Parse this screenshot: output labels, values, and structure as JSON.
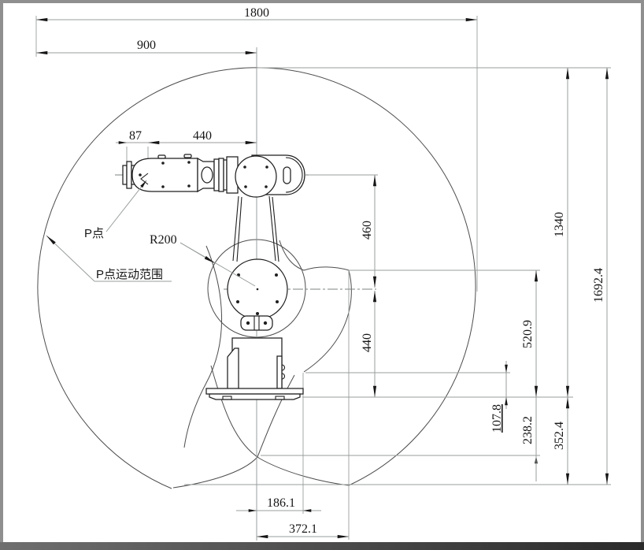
{
  "dims": {
    "d1800": "1800",
    "d900": "900",
    "d87": "87",
    "d440_top": "440",
    "d460": "460",
    "d440_right": "440",
    "d520_9": "520.9",
    "d107_8": "107.8",
    "d238_2": "238.2",
    "d352_4": "352.4",
    "d1340": "1340",
    "d1692_4": "1692.4",
    "d186_1": "186.1",
    "d372_1": "372.1"
  },
  "labels": {
    "p_point": "P点",
    "r200": "R200",
    "p_range": "P点运动范围"
  }
}
